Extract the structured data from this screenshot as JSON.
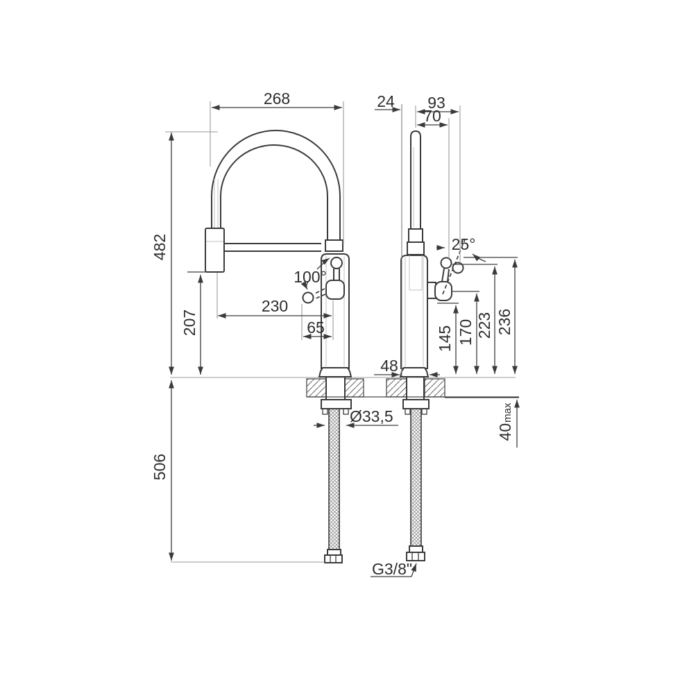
{
  "drawing": {
    "type": "technical-dimension-drawing",
    "subject": "kitchen mixer tap with pull-down spray, front and side elevations with flexible supply hoses",
    "units": "mm",
    "dimensions": {
      "spout_width": "268",
      "top_offset": "24",
      "handle_reach": "93",
      "handle_knob_offset": "70",
      "height_to_spout_top": "482",
      "spray_head_clearance": "207",
      "spout_reach": "230",
      "handle_offset": "65",
      "spray_swivel_angle": "100°",
      "lever_tilt_angle": "25°",
      "handle_base_height": "145",
      "handle_mid_height": "170",
      "lever_knob_height": "223",
      "lever_top_height": "236",
      "base_diameter": "48",
      "hose_length_below": "506",
      "hole_diameter": "Ø33,5",
      "counter_thickness_value": "40",
      "counter_thickness_suffix": "max",
      "connection_thread": "G3/8\""
    }
  }
}
